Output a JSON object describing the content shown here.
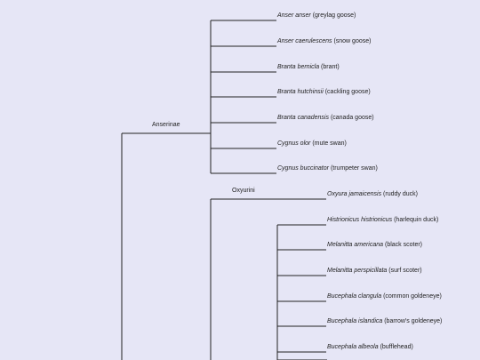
{
  "colors": {
    "background": "#e6e6f6",
    "line": "#222222",
    "text": "#222222"
  },
  "clades": [
    {
      "id": "anserinae",
      "label": "Anserinae"
    },
    {
      "id": "oxyurini",
      "label": "Oxyurini"
    }
  ],
  "taxa": [
    {
      "id": "anser-anser",
      "scientific": "Anser anser",
      "common": "(greylag goose)",
      "clade": "Anserinae"
    },
    {
      "id": "anser-caerulescens",
      "scientific": "Anser caerulescens",
      "common": "(snow goose)",
      "clade": "Anserinae"
    },
    {
      "id": "branta-bernicla",
      "scientific": "Branta bernicla",
      "common": "(brant)",
      "clade": "Anserinae"
    },
    {
      "id": "branta-hutchinsii",
      "scientific": "Branta hutchinsii",
      "common": "(cackling goose)",
      "clade": "Anserinae"
    },
    {
      "id": "branta-canadensis",
      "scientific": "Branta canadensis",
      "common": "(canada goose)",
      "clade": "Anserinae"
    },
    {
      "id": "cygnus-olor",
      "scientific": "Cygnus olor",
      "common": "(mute swan)",
      "clade": "Anserinae"
    },
    {
      "id": "cygnus-buccinator",
      "scientific": "Cygnus buccinator",
      "common": "(trumpeter swan)",
      "clade": "Anserinae"
    },
    {
      "id": "oxyura-jamaicensis",
      "scientific": "Oxyura jamaicensis",
      "common": "(ruddy duck)",
      "clade": "Oxyurini"
    },
    {
      "id": "histrionicus-histrionicus",
      "scientific": "Histrionicus histrionicus",
      "common": "(harlequin duck)",
      "clade": "Oxyurini"
    },
    {
      "id": "melanitta-americana",
      "scientific": "Melanitta americana",
      "common": "(black scoter)",
      "clade": "Oxyurini"
    },
    {
      "id": "melanitta-perspicillata",
      "scientific": "Melanitta perspicillata",
      "common": "(surf scoter)",
      "clade": "Oxyurini"
    },
    {
      "id": "bucephala-clangula",
      "scientific": "Bucephala clangula",
      "common": "(common goldeneye)",
      "clade": "Oxyurini"
    },
    {
      "id": "bucephala-islandica",
      "scientific": "Bucephala islandica",
      "common": "(barrow's goldeneye)",
      "clade": "Oxyurini"
    },
    {
      "id": "bucephala-albeola",
      "scientific": "Bucephala albeola",
      "common": "(bufflehead)",
      "clade": "Oxyurini"
    }
  ]
}
